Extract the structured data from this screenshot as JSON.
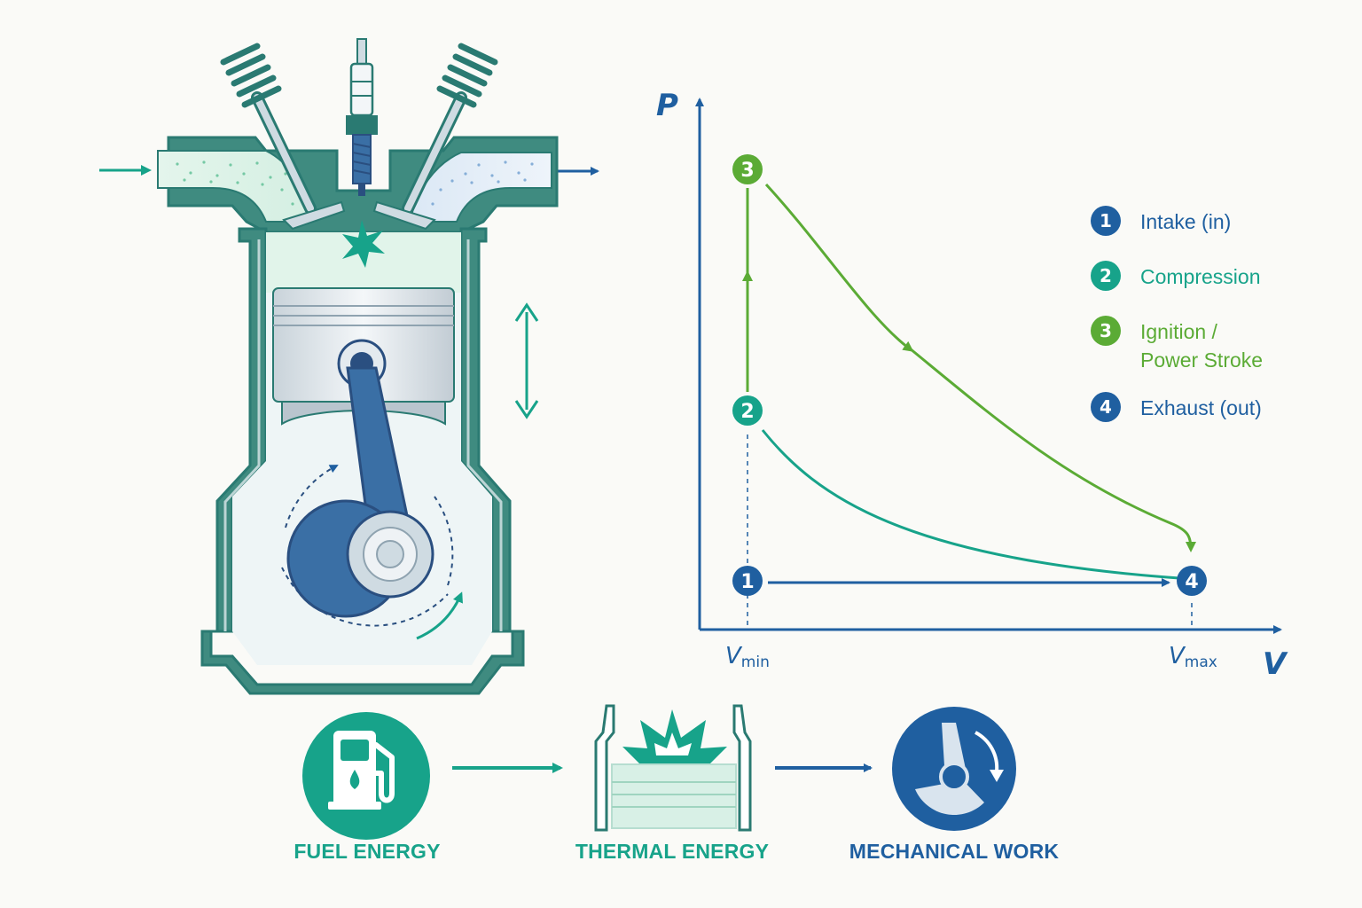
{
  "colors": {
    "navy": "#1f5fa0",
    "teal": "#17a38a",
    "green": "#5bab35",
    "engine_outline": "#2a7a72",
    "background": "#fafaf7"
  },
  "engine": {
    "icons": [
      "intake-arrow-icon",
      "exhaust-arrow-icon",
      "spark-icon",
      "up-down-arrow-icon",
      "rotation-arrow-icon"
    ]
  },
  "pv_diagram": {
    "y_axis_label": "P",
    "x_axis_label": "V",
    "vmin": {
      "base": "V",
      "sub": "min"
    },
    "vmax": {
      "base": "V",
      "sub": "max"
    },
    "points": [
      "1",
      "2",
      "3",
      "4"
    ]
  },
  "legend": [
    {
      "num": "1",
      "lines": [
        "Intake (in)"
      ],
      "color": "#1f5fa0"
    },
    {
      "num": "2",
      "lines": [
        "Compression"
      ],
      "color": "#17a38a"
    },
    {
      "num": "3",
      "lines": [
        "Ignition /",
        "Power Stroke"
      ],
      "color": "#5bab35"
    },
    {
      "num": "4",
      "lines": [
        "Exhaust (out)"
      ],
      "color": "#1f5fa0"
    }
  ],
  "energy_flow": {
    "fuel": {
      "label": "FUEL ENERGY",
      "icon": "fuel-pump-icon"
    },
    "thermal": {
      "label": "THERMAL ENERGY",
      "icon": "combustion-icon"
    },
    "mechanical": {
      "label": "MECHANICAL WORK",
      "icon": "crankshaft-icon"
    }
  }
}
